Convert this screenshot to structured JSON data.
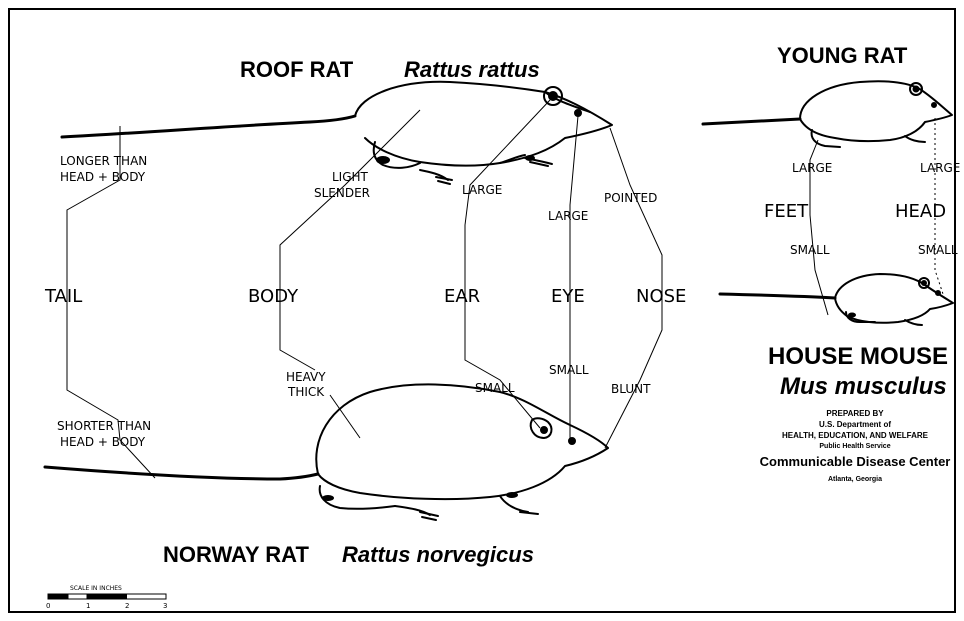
{
  "roof_rat": {
    "common_name": "ROOF RAT",
    "scientific_name": "Rattus rattus"
  },
  "norway_rat": {
    "common_name": "NORWAY RAT",
    "scientific_name": "Rattus norvegicus"
  },
  "young_rat": {
    "title": "YOUNG RAT"
  },
  "house_mouse": {
    "common_name": "HOUSE MOUSE",
    "scientific_name": "Mus musculus"
  },
  "traits": {
    "tail": {
      "name": "TAIL",
      "roof": [
        "LONGER THAN",
        "HEAD + BODY"
      ],
      "norway": [
        "SHORTER THAN",
        "HEAD + BODY"
      ]
    },
    "body": {
      "name": "BODY",
      "roof": [
        "LIGHT",
        "SLENDER"
      ],
      "norway": [
        "HEAVY",
        "THICK"
      ]
    },
    "ear": {
      "name": "EAR",
      "roof": "LARGE",
      "norway": "SMALL"
    },
    "eye": {
      "name": "EYE",
      "roof": "LARGE",
      "norway": "SMALL"
    },
    "nose": {
      "name": "NOSE",
      "roof": "POINTED",
      "norway": "BLUNT"
    }
  },
  "young_traits": {
    "feet": {
      "name": "FEET",
      "rat": "LARGE",
      "mouse": "SMALL"
    },
    "head": {
      "name": "HEAD",
      "rat": "LARGE",
      "mouse": "SMALL"
    }
  },
  "credit": {
    "line1": "PREPARED BY",
    "line2": "U.S. Department of",
    "line3": "HEALTH, EDUCATION, AND WELFARE",
    "line4": "Public Health Service",
    "line5": "Communicable Disease Center",
    "line6": "Atlanta, Georgia"
  },
  "scale": {
    "label": "SCALE IN INCHES",
    "ticks": [
      "0",
      "1",
      "2",
      "3"
    ]
  }
}
